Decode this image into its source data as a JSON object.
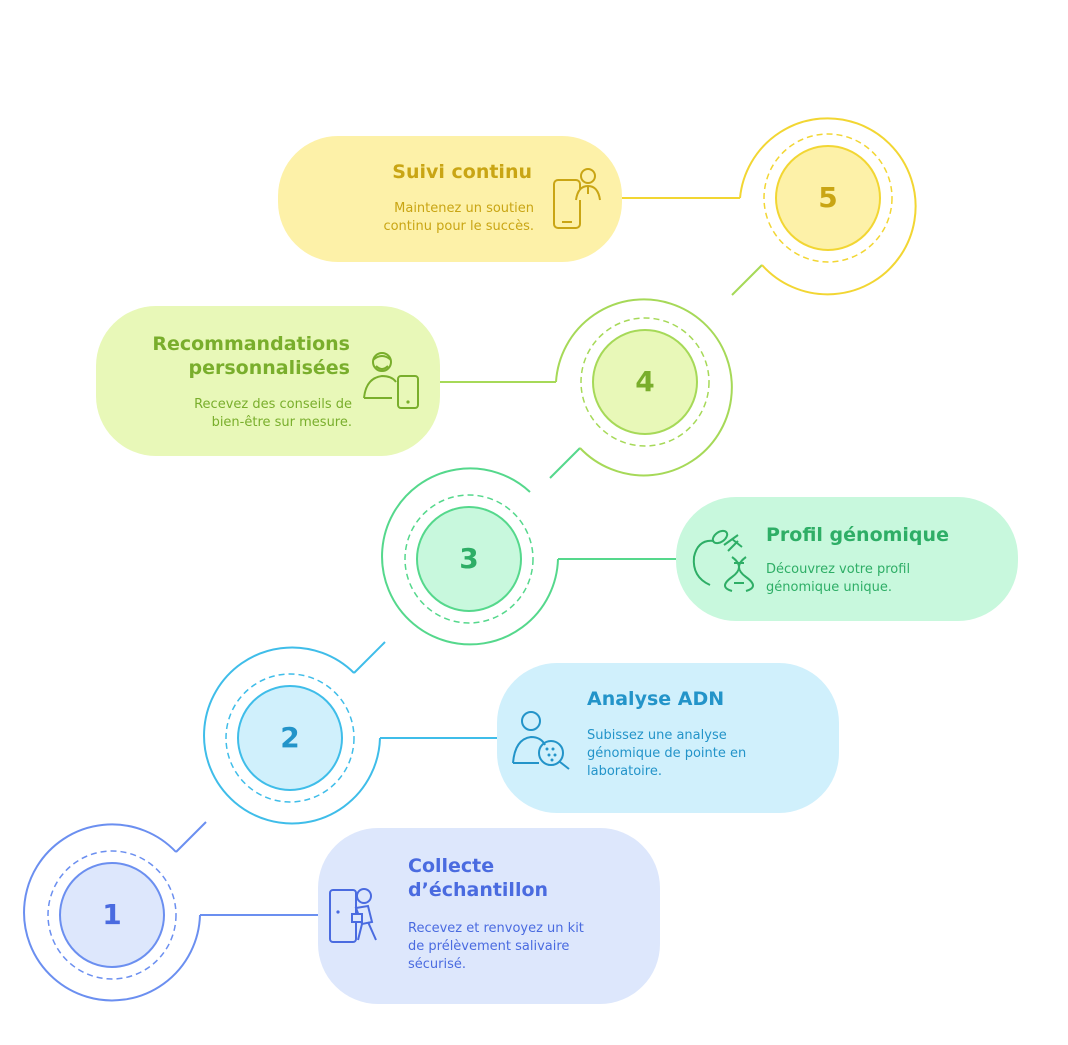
{
  "colors": {
    "yellow": "#f2d633",
    "yellow_fill": "#fdf1a8",
    "yellow_text": "#c9a514",
    "lime": "#a6d958",
    "lime_fill": "#e8f8b8",
    "lime_text": "#79ae2c",
    "green": "#55d88c",
    "green_fill": "#c8f8dd",
    "green_text": "#2eae66",
    "blue": "#3fbde9",
    "blue_fill": "#d0f0fc",
    "blue_text": "#2394c9",
    "indigo": "#6b8ff0",
    "indigo_fill": "#dde7fc",
    "indigo_text": "#4a6be0"
  },
  "steps": [
    {
      "number": "1",
      "title_line1": "Collecte",
      "title_line2": "d’échantillon",
      "desc_line1": "Recevez et renvoyez un kit",
      "desc_line2": "de prélèvement salivaire",
      "desc_line3": "sécurisé.",
      "icon": "sample-kit-person-icon"
    },
    {
      "number": "2",
      "title_line1": "Analyse ADN",
      "desc_line1": "Subissez une analyse",
      "desc_line2": "génomique de pointe en",
      "desc_line3": "laboratoire.",
      "icon": "scientist-microscope-icon"
    },
    {
      "number": "3",
      "title_line1": "Profil génomique",
      "desc_line1": "Découvrez votre profil",
      "desc_line2": "génomique unique.",
      "icon": "dna-apple-icon"
    },
    {
      "number": "4",
      "title_line1": "Recommandations",
      "title_line2": "personnalisées",
      "desc_line1": "Recevez des conseils de",
      "desc_line2": "bien-être sur mesure.",
      "icon": "doctor-tablet-icon"
    },
    {
      "number": "5",
      "title_line1": "Suivi continu",
      "desc_line1": "Maintenez un soutien",
      "desc_line2": "continu pour le succès.",
      "icon": "person-phone-icon"
    }
  ]
}
